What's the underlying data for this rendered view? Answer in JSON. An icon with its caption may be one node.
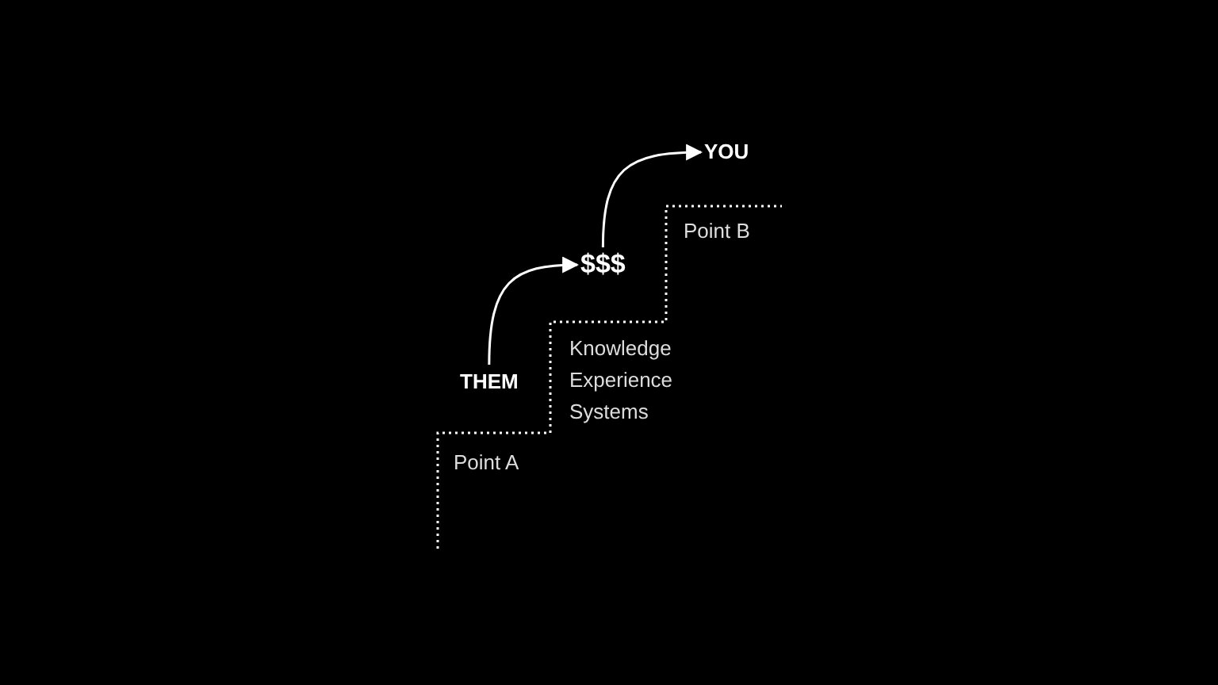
{
  "diagram": {
    "nodes": [
      {
        "text": [
          "THEM"
        ]
      },
      {
        "text": [
          "$$$"
        ]
      },
      {
        "text": [
          "YOU"
        ]
      }
    ],
    "edges": [
      {
        "from": 0,
        "to": 1,
        "arrow": "to"
      },
      {
        "from": 1,
        "to": 2,
        "arrow": "to"
      }
    ],
    "labels": [
      "Point B",
      "Knowledge",
      "Experience",
      "Systems",
      "Point A"
    ]
  }
}
